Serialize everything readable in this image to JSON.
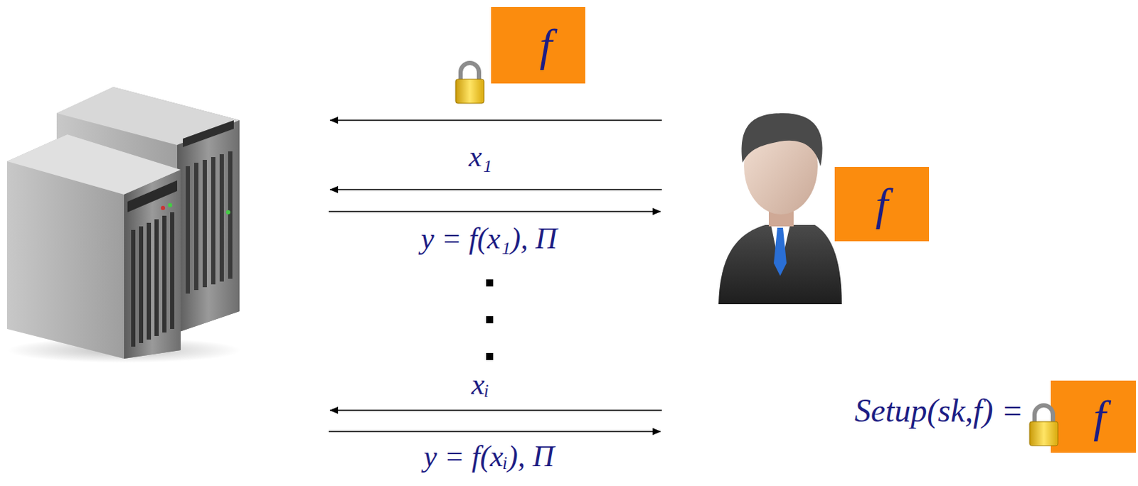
{
  "diagram": {
    "nodes": [
      {
        "text": [
          "f"
        ]
      },
      {
        "text": [
          "f"
        ]
      },
      {
        "text": [
          "f"
        ]
      }
    ],
    "labels": [
      "x₁",
      "y = f(x₁), Π",
      "xᵢ",
      "y = f(xᵢ), Π",
      "Setup(sk,f) ="
    ]
  }
}
